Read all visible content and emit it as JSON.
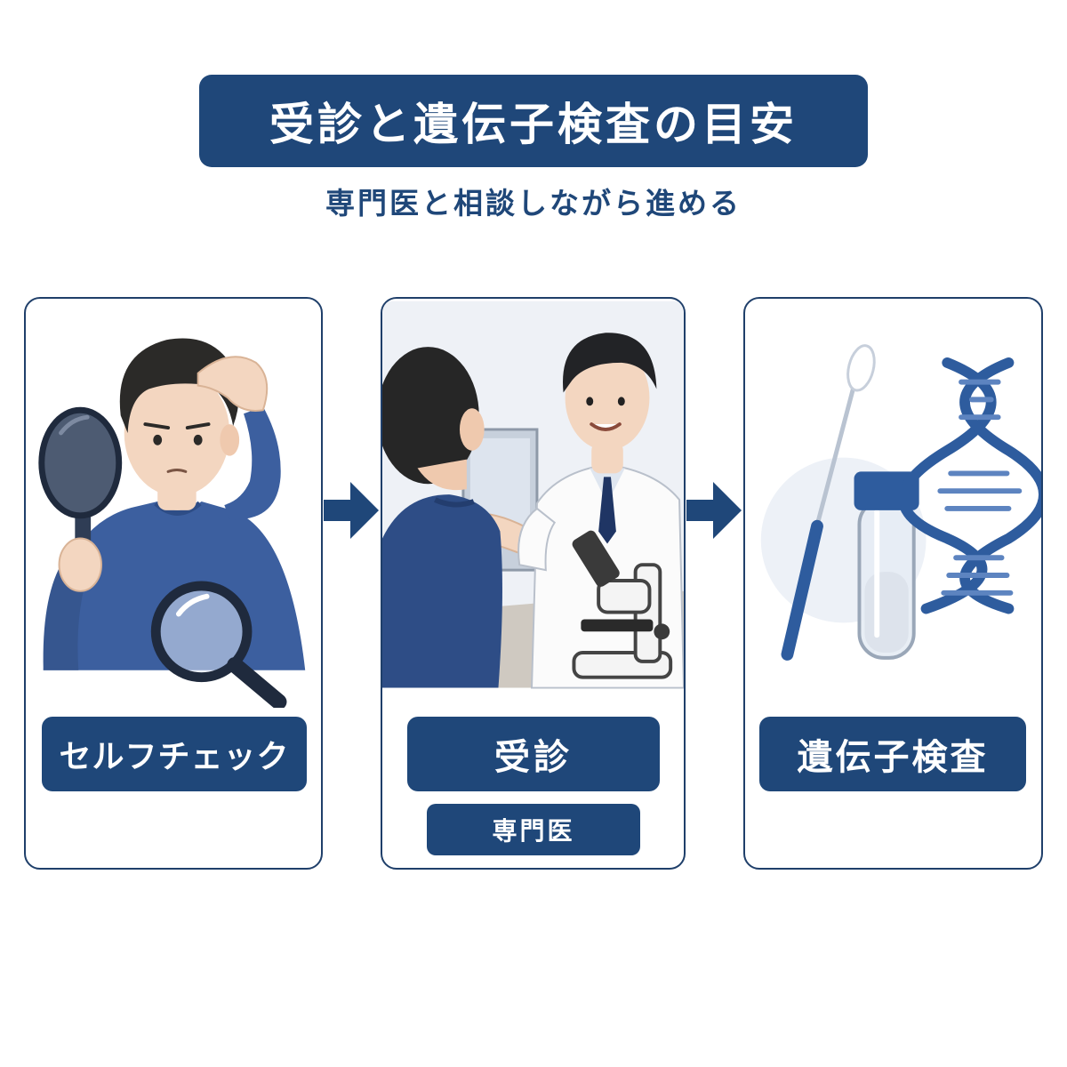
{
  "header": {
    "title": "受診と遺伝子検査の目安",
    "subtitle": "専門医と相談しながら進める"
  },
  "steps": [
    {
      "label": "セルフチェック"
    },
    {
      "label": "受診",
      "sublabel": "専門医"
    },
    {
      "label": "遺伝子検査"
    }
  ],
  "colors": {
    "navy": "#1f4779",
    "border": "#1f3f6a",
    "shirt": "#3c5f9f",
    "skin": "#f3d6c0",
    "hair": "#2b2a28"
  },
  "icons": [
    "hand-mirror-icon",
    "magnifier-icon",
    "arrow-right-icon",
    "microscope-icon",
    "swab-icon",
    "test-tube-icon",
    "dna-icon"
  ]
}
